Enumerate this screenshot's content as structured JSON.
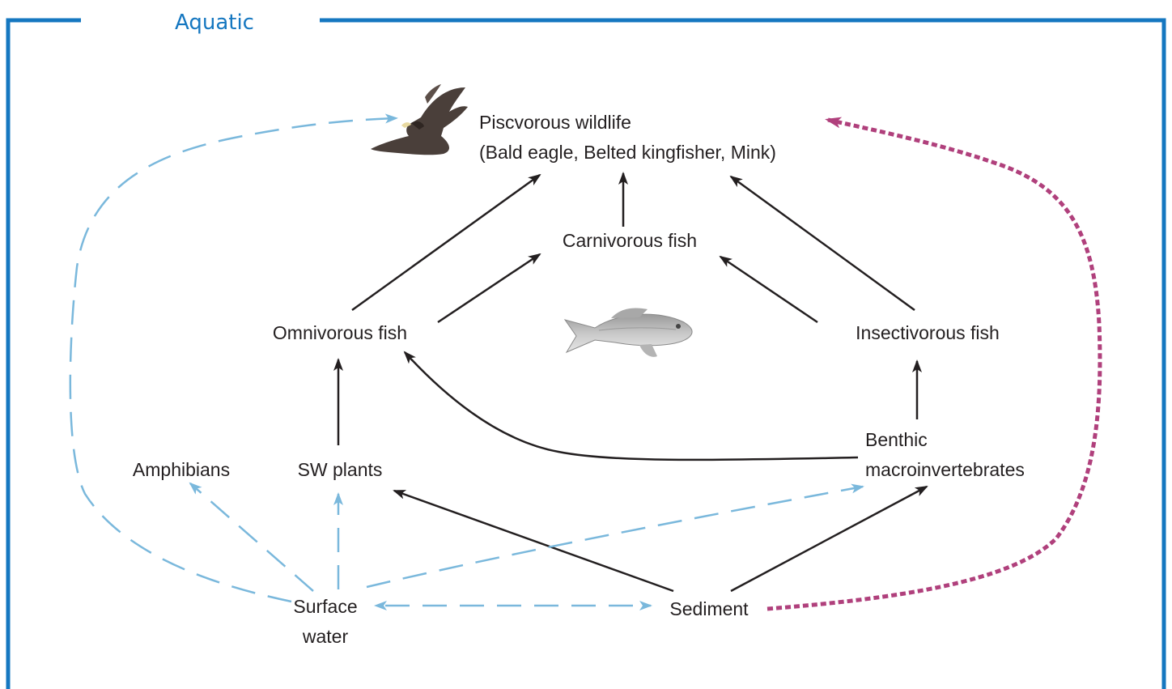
{
  "panel": {
    "title": "Aquatic",
    "frame_color": "#1577c0"
  },
  "colors": {
    "food_web_arrow": "#231f20",
    "exposure_dashed": "#7ab8dc",
    "sediment_dotted": "#b0407c"
  },
  "nodes": {
    "piscivorous_line1": "Piscvorous wildlife",
    "piscivorous_line2": "(Bald eagle, Belted kingfisher, Mink)",
    "carnivorous_fish": "Carnivorous fish",
    "omnivorous_fish": "Omnivorous fish",
    "insectivorous_fish": "Insectivorous fish",
    "amphibians": "Amphibians",
    "sw_plants": "SW plants",
    "benthic_line1": "Benthic",
    "benthic_line2": "macroinvertebrates",
    "surface_water_line1": "Surface",
    "surface_water_line2": "water",
    "sediment": "Sediment"
  },
  "icons": {
    "eagle": "eagle-icon",
    "fish": "bass-fish-icon"
  }
}
